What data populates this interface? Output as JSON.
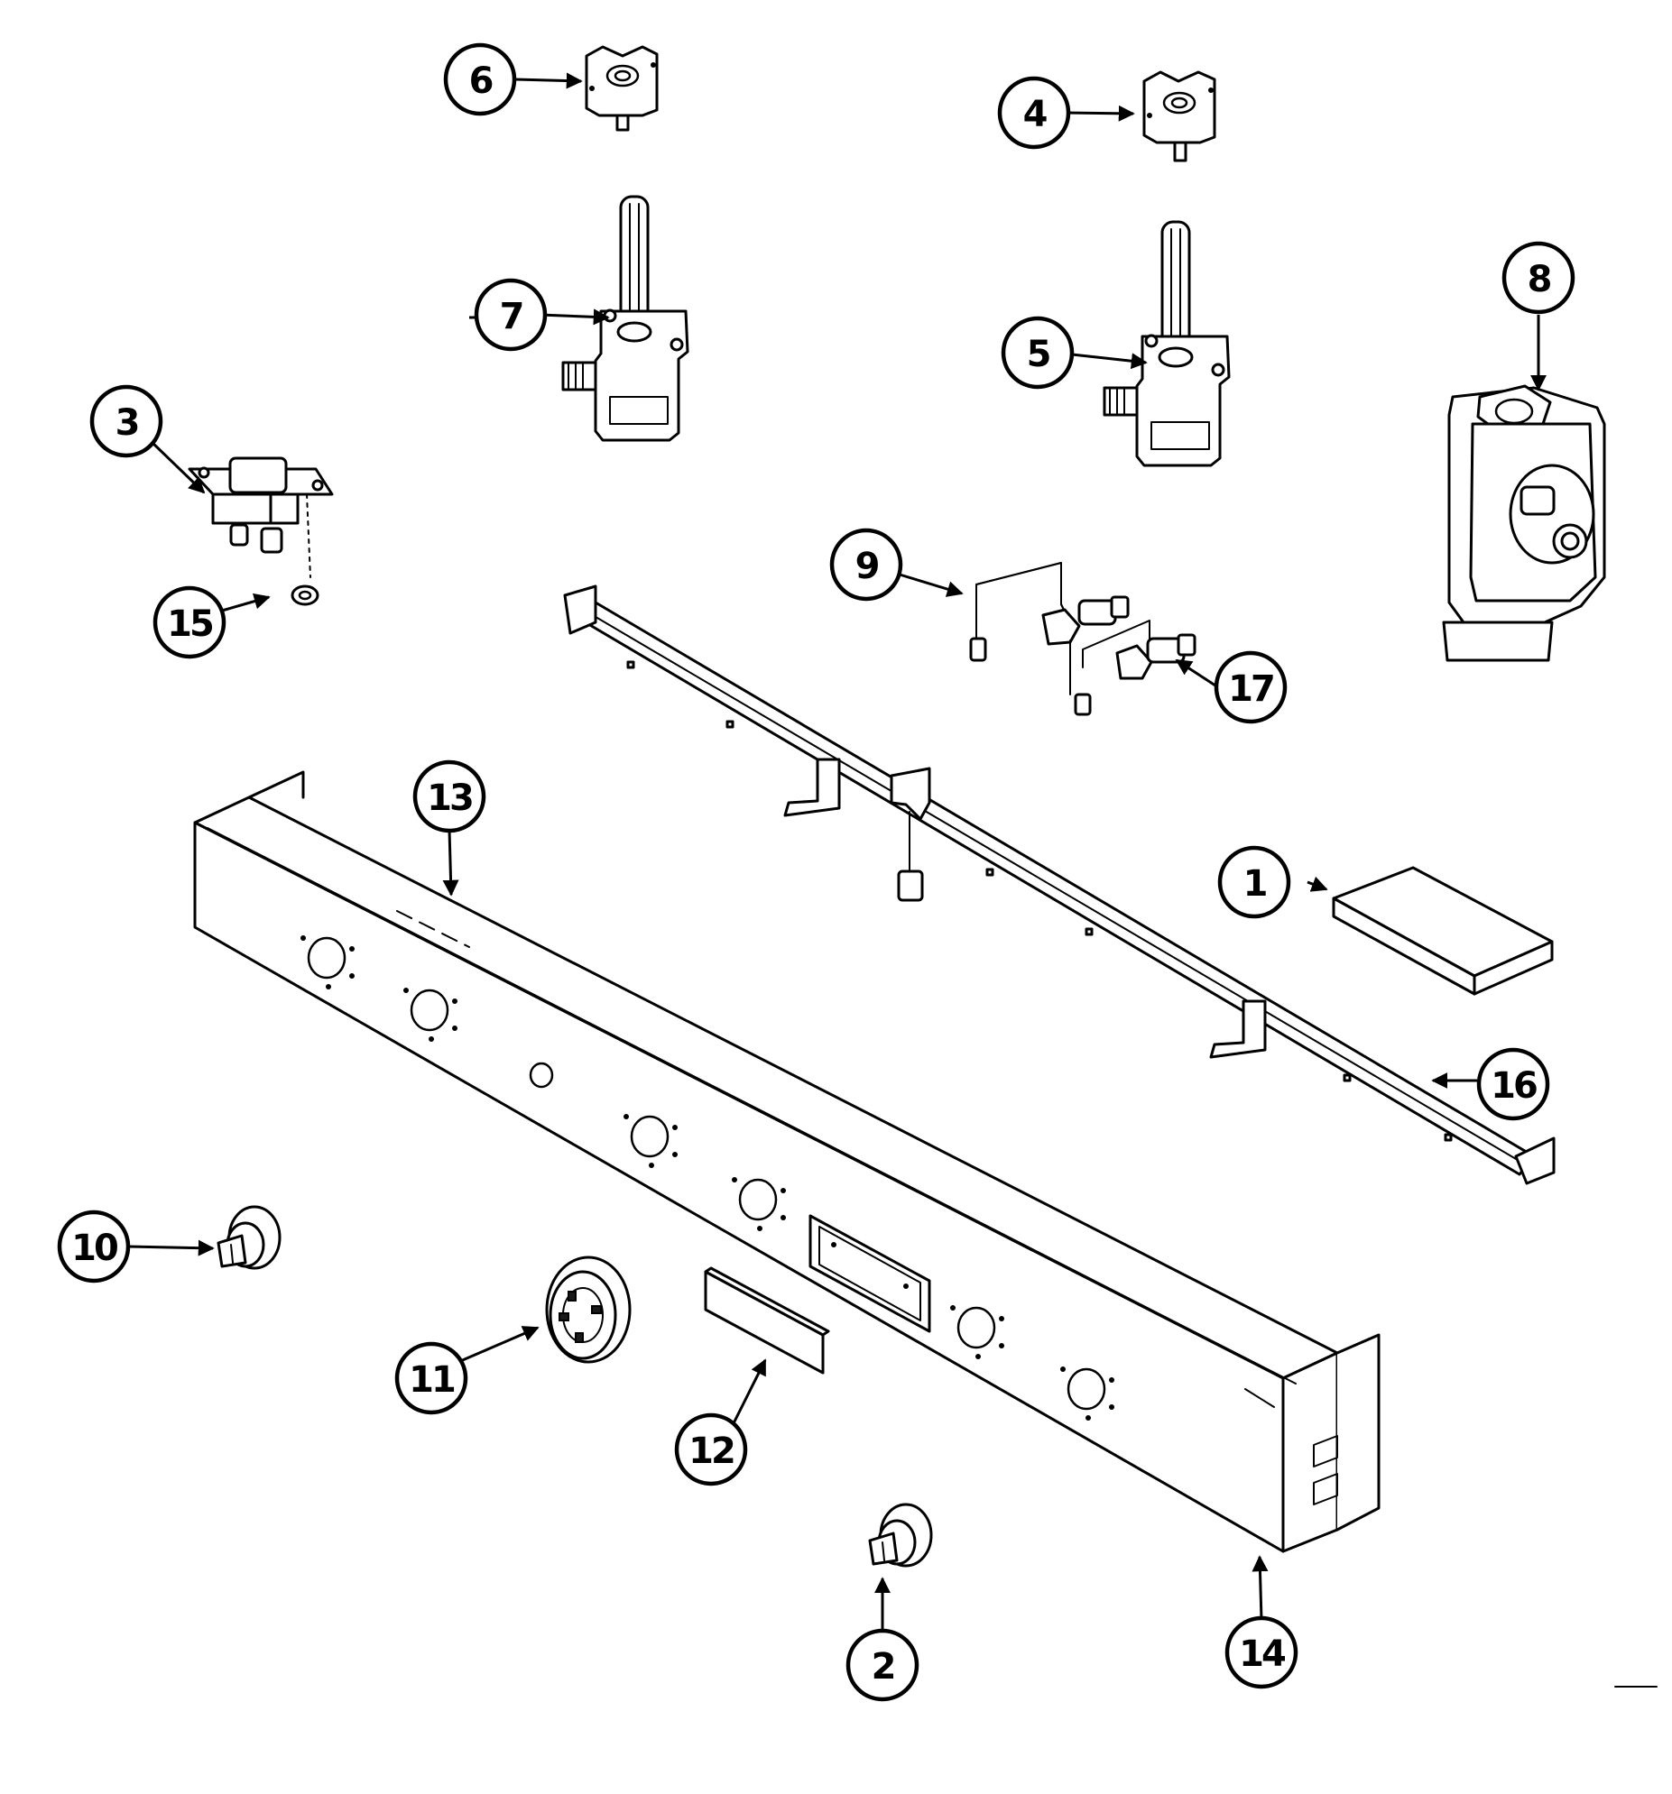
{
  "diagram": {
    "callouts": [
      {
        "id": "1",
        "label": "1"
      },
      {
        "id": "2",
        "label": "2"
      },
      {
        "id": "3",
        "label": "3"
      },
      {
        "id": "4",
        "label": "4"
      },
      {
        "id": "5",
        "label": "5"
      },
      {
        "id": "6",
        "label": "6"
      },
      {
        "id": "7",
        "label": "7"
      },
      {
        "id": "8",
        "label": "8"
      },
      {
        "id": "9",
        "label": "9"
      },
      {
        "id": "10",
        "label": "10"
      },
      {
        "id": "11",
        "label": "11"
      },
      {
        "id": "12",
        "label": "12"
      },
      {
        "id": "13",
        "label": "13"
      },
      {
        "id": "14",
        "label": "14"
      },
      {
        "id": "15",
        "label": "15"
      },
      {
        "id": "16",
        "label": "16"
      },
      {
        "id": "17",
        "label": "17"
      }
    ],
    "colors": {
      "ink": "#000000",
      "paper": "#ffffff"
    }
  }
}
